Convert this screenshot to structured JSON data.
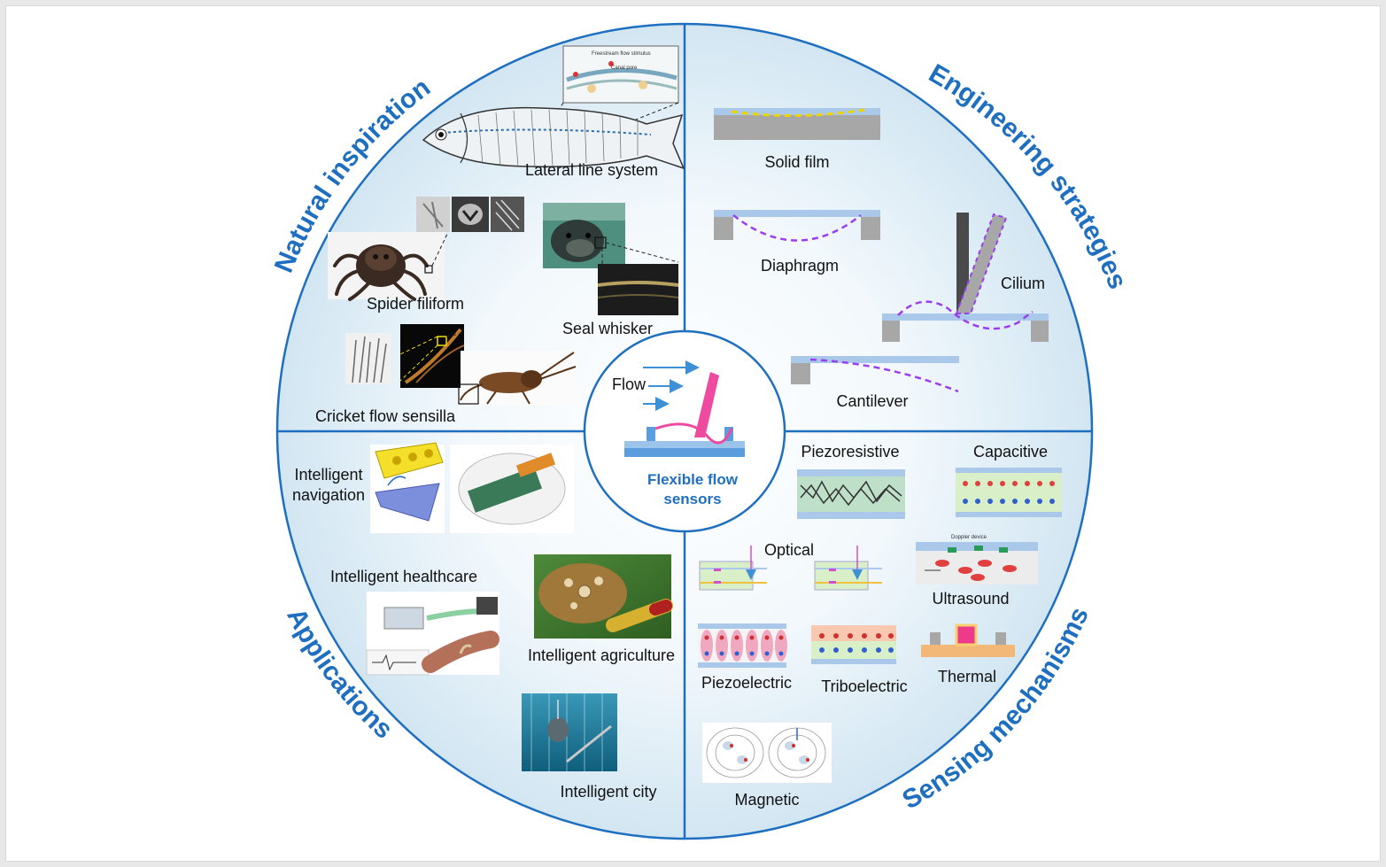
{
  "quadrants": {
    "natural": "Natural inspiration",
    "engineering": "Engineering strategies",
    "applications": "Applications",
    "sensing": "Sensing mechanisms"
  },
  "center": {
    "line1": "Flexible flow",
    "line2": "sensors",
    "flow": "Flow"
  },
  "natural": {
    "lateral_line": "Lateral line system",
    "spider": "Spider filiform",
    "seal": "Seal whisker",
    "cricket": "Cricket flow sensilla"
  },
  "engineering": {
    "solid_film": "Solid film",
    "diaphragm": "Diaphragm",
    "cilium": "Cilium",
    "cantilever": "Cantilever"
  },
  "applications": {
    "navigation_1": "Intelligent",
    "navigation_2": "navigation",
    "healthcare": "Intelligent healthcare",
    "agriculture": "Intelligent agriculture",
    "city": "Intelligent city"
  },
  "sensing": {
    "piezoresistive": "Piezoresistive",
    "capacitive": "Capacitive",
    "optical": "Optical",
    "ultrasound": "Ultrasound",
    "piezoelectric": "Piezoelectric",
    "triboelectric": "Triboelectric",
    "thermal": "Thermal",
    "magnetic": "Magnetic"
  },
  "colors": {
    "accent": "#1f6fc0",
    "dashed_purple": "#9b3ef0",
    "dashed_yellow": "#f0d400",
    "cilium_pink": "#ee4aa0",
    "substrate_blue": "#a9c8ea"
  }
}
